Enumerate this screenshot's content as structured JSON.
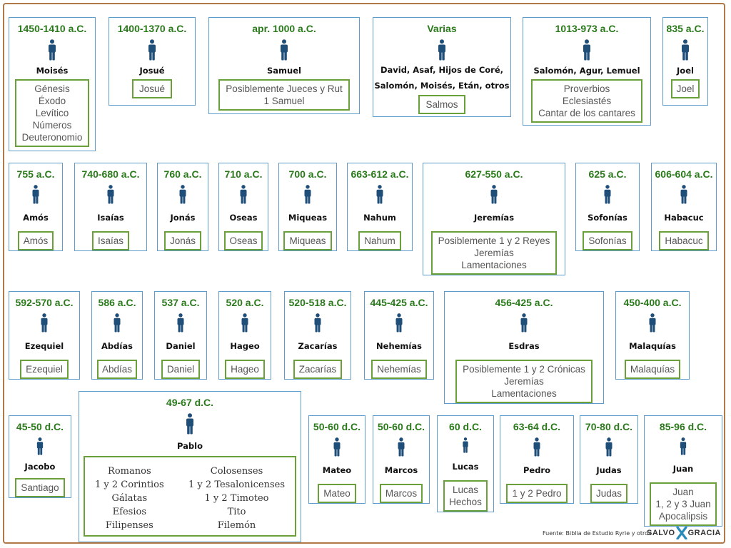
{
  "colors": {
    "date": "#2a7a1b",
    "card_border": "#5e9ccc",
    "books_border": "#6aa03a",
    "person_icon": "#1f4e79",
    "frame": "#b07a48",
    "logo_x": "#2a8ab8"
  },
  "cards": {
    "moises": {
      "date": "1450-1410 a.C.",
      "author": "Moisés",
      "books": [
        "Génesis",
        "Éxodo",
        "Levítico",
        "Números",
        "Deuteronomio"
      ]
    },
    "josue": {
      "date": "1400-1370 a.C.",
      "author": "Josué",
      "books": [
        "Josué"
      ]
    },
    "samuel": {
      "date": "apr. 1000 a.C.",
      "author": "Samuel",
      "books": [
        "Posiblemente Jueces y Rut",
        "1 Samuel"
      ]
    },
    "salmos": {
      "date": "Varias",
      "author_lines": [
        "David, Asaf, Hijos de Coré,",
        "Salomón, Moisés, Etán, otros"
      ],
      "books": [
        "Salmos"
      ]
    },
    "salomon": {
      "date": "1013-973 a.C.",
      "author": "Salomón, Agur, Lemuel",
      "books": [
        "Proverbios",
        "Eclesiastés",
        "Cantar de los cantares"
      ]
    },
    "joel": {
      "date": "835 a.C.",
      "author": "Joel",
      "books": [
        "Joel"
      ]
    },
    "amos": {
      "date": "755 a.C.",
      "author": "Amós",
      "books": [
        "Amós"
      ]
    },
    "isaias": {
      "date": "740-680 a.C.",
      "author": "Isaías",
      "books": [
        "Isaías"
      ]
    },
    "jonas": {
      "date": "760 a.C.",
      "author": "Jonás",
      "books": [
        "Jonás"
      ]
    },
    "oseas": {
      "date": "710 a.C.",
      "author": "Oseas",
      "books": [
        "Oseas"
      ]
    },
    "miqueas": {
      "date": "700 a.C.",
      "author": "Miqueas",
      "books": [
        "Miqueas"
      ]
    },
    "nahum": {
      "date": "663-612 a.C.",
      "author": "Nahum",
      "books": [
        "Nahum"
      ]
    },
    "jeremias": {
      "date": "627-550 a.C.",
      "author": "Jeremías",
      "books": [
        "Posiblemente 1 y 2 Reyes",
        "Jeremías",
        "Lamentaciones"
      ]
    },
    "sofonias": {
      "date": "625 a.C.",
      "author": "Sofonías",
      "books": [
        "Sofonías"
      ]
    },
    "habacuc": {
      "date": "606-604 a.C.",
      "author": "Habacuc",
      "books": [
        "Habacuc"
      ]
    },
    "ezequiel": {
      "date": "592-570 a.C.",
      "author": "Ezequiel",
      "books": [
        "Ezequiel"
      ]
    },
    "abdias": {
      "date": "586 a.C.",
      "author": "Abdías",
      "books": [
        "Abdías"
      ]
    },
    "daniel": {
      "date": "537 a.C.",
      "author": "Daniel",
      "books": [
        "Daniel"
      ]
    },
    "hageo": {
      "date": "520 a.C.",
      "author": "Hageo",
      "books": [
        "Hageo"
      ]
    },
    "zacarias": {
      "date": "520-518 a.C.",
      "author": "Zacarías",
      "books": [
        "Zacarías"
      ]
    },
    "nehemias": {
      "date": "445-425 a.C.",
      "author": "Nehemías",
      "books": [
        "Nehemías"
      ]
    },
    "esdras": {
      "date": "456-425 a.C.",
      "author": "Esdras",
      "books": [
        "Posiblemente 1 y 2 Crónicas",
        "Jeremías",
        "Lamentaciones"
      ]
    },
    "malaquias": {
      "date": "450-400 a.C.",
      "author": "Malaquías",
      "books": [
        "Malaquías"
      ]
    },
    "jacobo": {
      "date": "45-50 d.C.",
      "author": "Jacobo",
      "books": [
        "Santiago"
      ]
    },
    "pablo": {
      "date": "49-67 d.C.",
      "author": "Pablo",
      "books_left": [
        "Romanos",
        "1 y 2 Corintios",
        "Gálatas",
        "Efesios",
        "Filipenses"
      ],
      "books_right": [
        "Colosenses",
        "1 y 2 Tesalonicenses",
        "1 y 2 Timoteo",
        "Tito",
        "Filemón"
      ]
    },
    "mateo": {
      "date": "50-60 d.C.",
      "author": "Mateo",
      "books": [
        "Mateo"
      ]
    },
    "marcos": {
      "date": "50-60 d.C.",
      "author": "Marcos",
      "books": [
        "Marcos"
      ]
    },
    "lucas": {
      "date": "60 d.C.",
      "author": "Lucas",
      "books": [
        "Lucas",
        "Hechos"
      ]
    },
    "pedro": {
      "date": "63-64 d.C.",
      "author": "Pedro",
      "books": [
        "1 y 2 Pedro"
      ]
    },
    "judas": {
      "date": "70-80 d.C.",
      "author": "Judas",
      "books": [
        "Judas"
      ]
    },
    "juan": {
      "date": "85-96 d.C.",
      "author": "Juan",
      "books": [
        "Juan",
        "1, 2 y 3 Juan",
        "Apocalipsis"
      ]
    }
  },
  "footer": {
    "source": "Fuente: Biblia de Estudio Ryrie y otros",
    "logo_left": "SALVO",
    "logo_right": "GRACIA"
  }
}
